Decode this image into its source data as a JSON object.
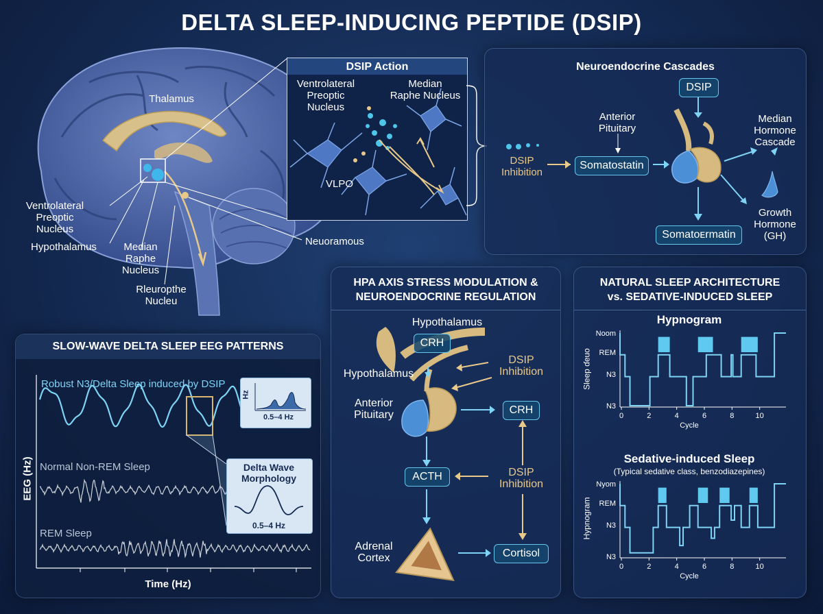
{
  "title": "DELTA SLEEP-INDUCING PEPTIDE (DSIP)",
  "brain": {
    "labels": {
      "thalamus": "Thalamus",
      "vlpo_nucleus": "Ventrolateral\nPreoptic\nNucleus",
      "hypothalamus": "Hypothalamus",
      "median_raphe": "Median\nRaphe\nNucleus",
      "rleuropthe": "Rleuropthe\nNucleu",
      "neuoramous": "Neuoramous"
    }
  },
  "action": {
    "title": "DSIP Action",
    "vlpo_label": "Ventrolateral\nPreoptic\nNucleus",
    "raphe_label": "Median\nRaphe Nucleus",
    "vlpo_short": "VLPO"
  },
  "cascades": {
    "title": "Neuroendocrine Cascades",
    "dsip_box": "DSIP",
    "anterior_pituitary": "Anterior\nPituitary",
    "dsip_inhibition": "DSIP\nInhibition",
    "somatostatin_box": "Somatostatin",
    "median_hormone": "Median\nHormone\nCascade",
    "growth_hormone": "Growth\nHormone\n(GH)",
    "somatoermatin_box": "Somatoᴇrmatin"
  },
  "eeg": {
    "title": "SLOW-WAVE DELTA SLEEP EEG PATTERNS",
    "ylabel": "EEG (Hz)",
    "xlabel": "Time (Hz)",
    "robust_label": "Robust N3/Delta Sleep induced by DSIP",
    "nonrem_label": "Normal Non-REM Sleep",
    "rem_label": "REM Sleep",
    "inset_axis": "Hz",
    "inset_range": "0.5–4 Hz",
    "morph_title": "Delta Wave\nMorphology",
    "morph_range": "0.5–4 Hz"
  },
  "hpa": {
    "title": "HPA AXIS STRESS MODULATION &\nNEUROENDOCRINE REGULATION",
    "hypothalamus_top": "Hypothalamus",
    "crh_box": "CRH",
    "hypothalamus_side": "Hypothalamus",
    "dsip_inhibition_1": "DSIP\nInhibition",
    "anterior_pituitary": "Anterior\nPituitary",
    "crh_right": "CRH",
    "acth_box": "ACTH",
    "dsip_inhibition_2": "DSIP\nInhibition",
    "adrenal_cortex": "Adrenal\nCortex",
    "cortisol_box": "Cortisol"
  },
  "sleep": {
    "title": "NATURAL SLEEP ARCHITECTURE\nvs. SEDATIVE-INDUCED SLEEP",
    "hypno_title": "Hypnogram",
    "hypno_ylabel": "Sleep ɗeuo",
    "hypno_levels": [
      "Noom",
      "REM",
      "N3",
      "N3"
    ],
    "hypno_xticks": [
      "0",
      "2",
      "4",
      "6",
      "8",
      "10"
    ],
    "hypno_xlabel": "Cycle",
    "sed_title": "Sedative-induced Sleep",
    "sed_subtitle": "(Typical sedative class, benzodiazepines)",
    "sed_ylabel": "Hypnogram",
    "sed_levels": [
      "Nyom",
      "REM",
      "N3",
      "N3"
    ],
    "sed_xticks": [
      "0",
      "2",
      "4",
      "6",
      "8",
      "10"
    ],
    "sed_xlabel": "Cycle"
  },
  "colors": {
    "gold": "#e9c98a",
    "cyan": "#7fd3f5",
    "panel": "#162c56"
  }
}
